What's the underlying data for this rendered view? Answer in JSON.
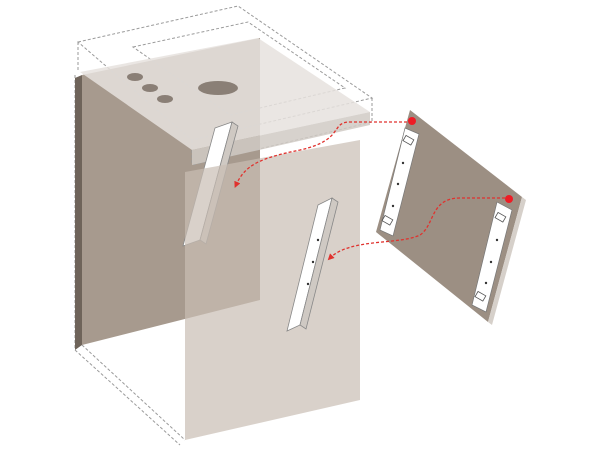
{
  "diagram": {
    "type": "exploded-assembly",
    "colors": {
      "panel_dark": "#9c8f83",
      "panel_edge": "#6f645a",
      "panel_light": "#d9d2cb",
      "top_slab": "#e6e2de",
      "bracket": "#ffffff",
      "arrow": "#e0322e",
      "outline": "#9a9a9a"
    },
    "parts": [
      "countertop-outline",
      "top-slab",
      "left-side-panel",
      "front-panel",
      "left-bracket",
      "center-bracket",
      "exploded-side-panel"
    ]
  }
}
